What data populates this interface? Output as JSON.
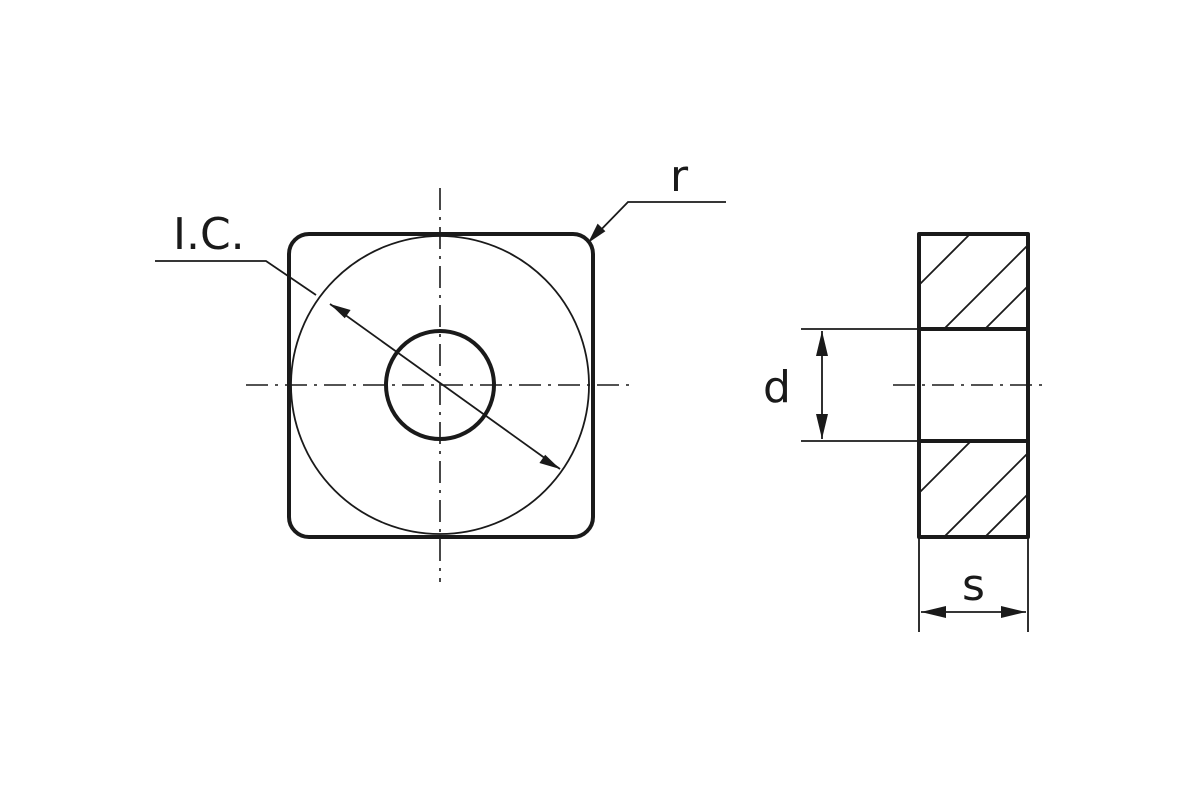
{
  "labels": {
    "inscribed_circle": "I.C.",
    "corner_radius": "r",
    "hole_diameter": "d",
    "thickness": "s"
  },
  "colors": {
    "line": "#1a1a1a",
    "background": "#ffffff"
  }
}
